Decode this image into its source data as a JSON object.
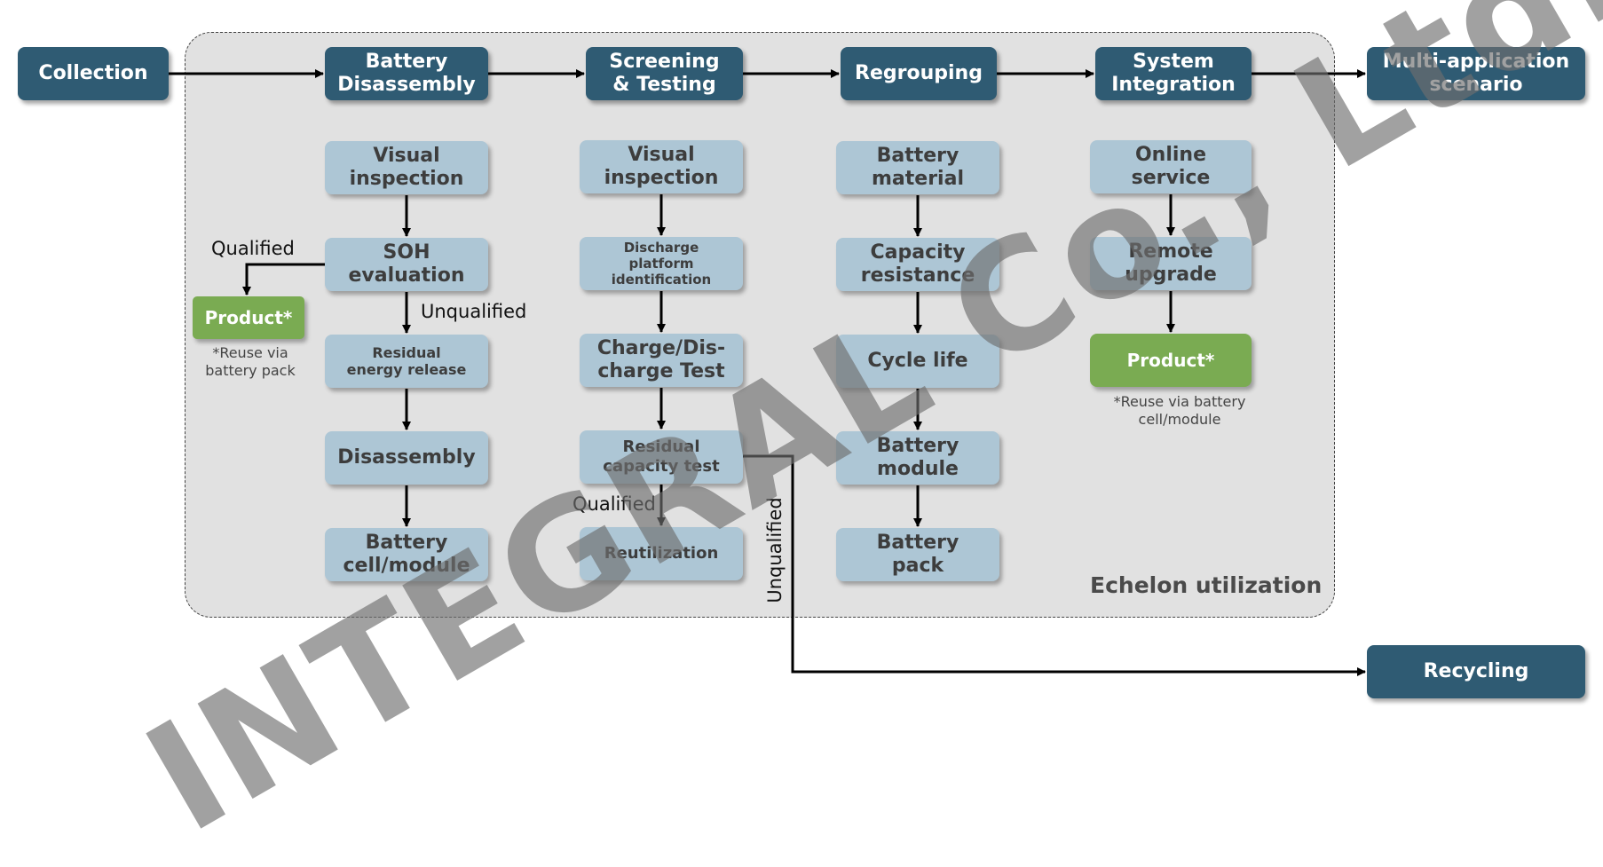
{
  "process": {
    "collection": "Collection",
    "disassembly": "Battery\nDisassembly",
    "screening": "Screening\n& Testing",
    "regrouping": "Regrouping",
    "integration": "System\nIntegration",
    "scenario": "Multi-application\nscenario",
    "recycling": "Recycling"
  },
  "col_disassembly": {
    "visual": "Visual\ninspection",
    "soh": "SOH\nevaluation",
    "residual_energy": "Residual\nenergy release",
    "disassembly": "Disassembly",
    "cell_module": "Battery\ncell/module",
    "product": "Product*",
    "product_note": "*Reuse via\nbattery pack",
    "qualified": "Qualified",
    "unqualified": "Unqualified"
  },
  "col_screening": {
    "visual": "Visual\ninspection",
    "discharge": "Discharge\nplatform\nidentification",
    "charge_test": "Charge/Dis-\ncharge Test",
    "residual_capacity": "Residual\ncapacity test",
    "reutilization": "Reutilization",
    "qualified": "Qualified",
    "unqualified": "Unqualified"
  },
  "col_regrouping": {
    "material": "Battery\nmaterial",
    "capacity": "Capacity\nresistance",
    "cycle": "Cycle life",
    "module": "Battery\nmodule",
    "pack": "Battery\npack"
  },
  "col_integration": {
    "online": "Online\nservice",
    "remote": "Remote\nupgrade",
    "product": "Product*",
    "product_note": "*Reuse via battery\ncell/module"
  },
  "echelon": "Echelon utilization",
  "watermark": "INTEGRAL Co., Ltd."
}
